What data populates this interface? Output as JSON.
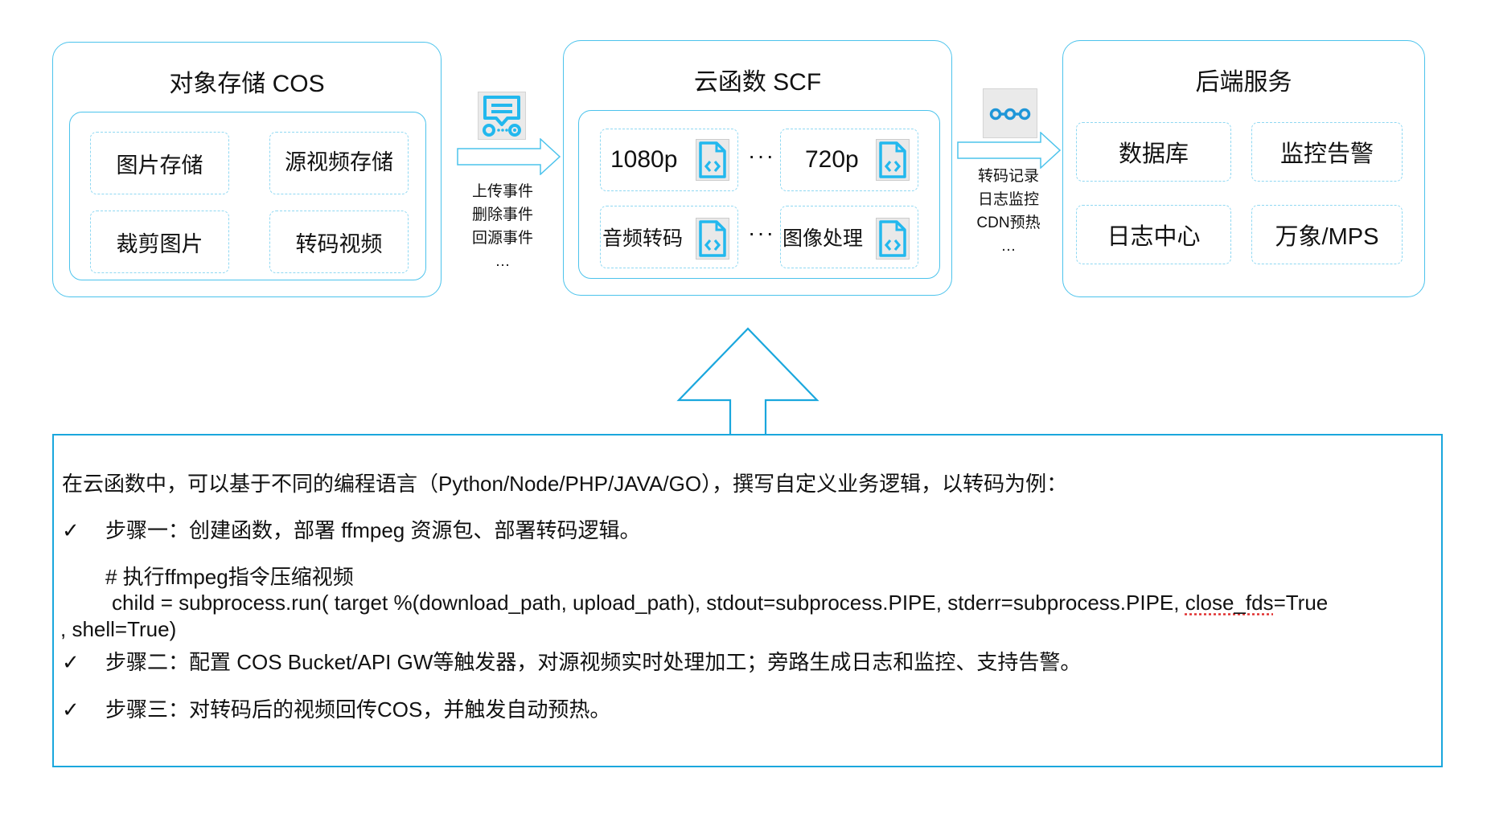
{
  "cos": {
    "title": "对象存储 COS",
    "items": [
      "图片存储",
      "源视频存储",
      "裁剪图片",
      "转码视频"
    ]
  },
  "trigger_link": {
    "icon": "message-trigger-icon",
    "labels": [
      "上传事件",
      "删除事件",
      "回源事件",
      "…"
    ]
  },
  "scf": {
    "title": "云函数 SCF",
    "functions": [
      {
        "label": "1080p",
        "icon": "code-file-icon"
      },
      {
        "label": "720p",
        "icon": "code-file-icon"
      },
      {
        "label": "音频转码",
        "icon": "code-file-icon"
      },
      {
        "label": "图像处理",
        "icon": "code-file-icon"
      }
    ],
    "ellipsis": "···"
  },
  "output_link": {
    "icon": "flow-nodes-icon",
    "labels": [
      "转码记录",
      "日志监控",
      "CDN预热",
      "…"
    ]
  },
  "backend": {
    "title": "后端服务",
    "items": [
      "数据库",
      "监控告警",
      "日志中心",
      "万象/MPS"
    ]
  },
  "description": {
    "intro": "在云函数中，可以基于不同的编程语言（Python/Node/PHP/JAVA/GO），撰写自定义业务逻辑，以转码为例：",
    "check_mark": "✓",
    "step1": "步骤一：创建函数，部署 ffmpeg 资源包、部署转码逻辑。",
    "code_comment": "# 执行ffmpeg指令压缩视频",
    "code_line_a": "child = subprocess.run( target %(download_path, upload_path), stdout=subprocess.PIPE, stderr=subprocess.PIPE, ",
    "code_line_a_flagged": "close_fds",
    "code_line_a_end": "=True",
    "code_line_b": ", shell=True)",
    "step2": "步骤二：配置 COS Bucket/API GW等触发器，对源视频实时处理加工；旁路生成日志和监控、支持告警。",
    "step3": "步骤三：对转码后的视频回传COS，并触发自动预热。"
  },
  "colors": {
    "accent": "#1aa7dd",
    "panel_border": "#4cc3ec",
    "dashed_border": "#8fd8f2",
    "icon_blue": "#22b8ee"
  }
}
